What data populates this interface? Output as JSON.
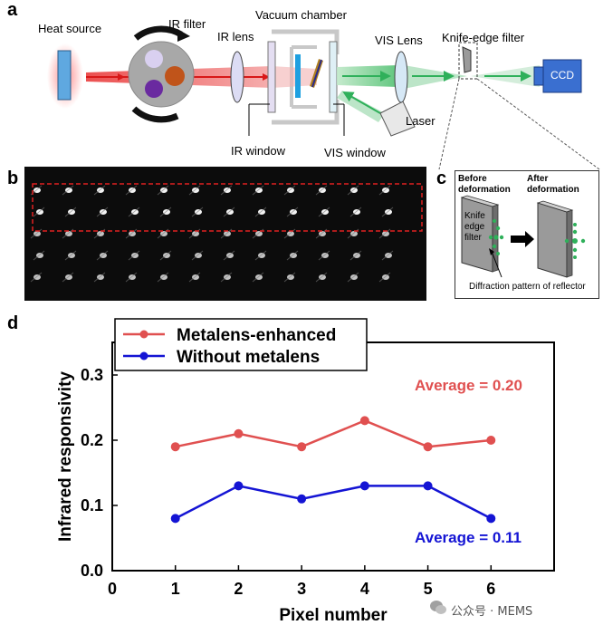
{
  "panels": {
    "a": "a",
    "b": "b",
    "c": "c",
    "d": "d"
  },
  "setup": {
    "heat_source": "Heat source",
    "ir_filter": "IR filter",
    "vacuum_chamber": "Vacuum chamber",
    "ir_lens": "IR lens",
    "vis_lens": "VIS Lens",
    "knife_edge_filter": "Knife-edge filter",
    "ccd": "CCD",
    "ir_window": "IR window",
    "vis_window": "VIS window",
    "laser": "Laser"
  },
  "inset_c": {
    "before_line1": "Before",
    "before_line2": "deformation",
    "after_line1": "After",
    "after_line2": "deformation",
    "knife_line1": "Knife",
    "knife_line2": "edge",
    "knife_line3": "filter",
    "caption": "Diffraction pattern of reflector"
  },
  "colors": {
    "enhanced": "#e05050",
    "without": "#1414d4",
    "ir_beam": "#ee3333",
    "vis_beam": "#2fb05a"
  },
  "chart_data": {
    "type": "line",
    "xlabel": "Pixel number",
    "ylabel": "Infrared responsivity",
    "xlim": [
      0,
      7
    ],
    "ylim": [
      0.0,
      0.35
    ],
    "x_ticks": [
      "0",
      "1",
      "2",
      "3",
      "4",
      "5",
      "6"
    ],
    "y_ticks": [
      "0.0",
      "0.1",
      "0.2",
      "0.3"
    ],
    "x": [
      1,
      2,
      3,
      4,
      5,
      6
    ],
    "series": [
      {
        "name": "Metalens-enhanced",
        "values": [
          0.19,
          0.21,
          0.19,
          0.23,
          0.19,
          0.2
        ],
        "color": "#e05050"
      },
      {
        "name": "Without metalens",
        "values": [
          0.08,
          0.13,
          0.11,
          0.13,
          0.13,
          0.08
        ],
        "color": "#1414d4"
      }
    ],
    "annotations": [
      "Average = 0.20",
      "Average = 0.11"
    ],
    "legend_position": "top-left",
    "grid": false
  },
  "watermark": "公众号 · MEMS"
}
